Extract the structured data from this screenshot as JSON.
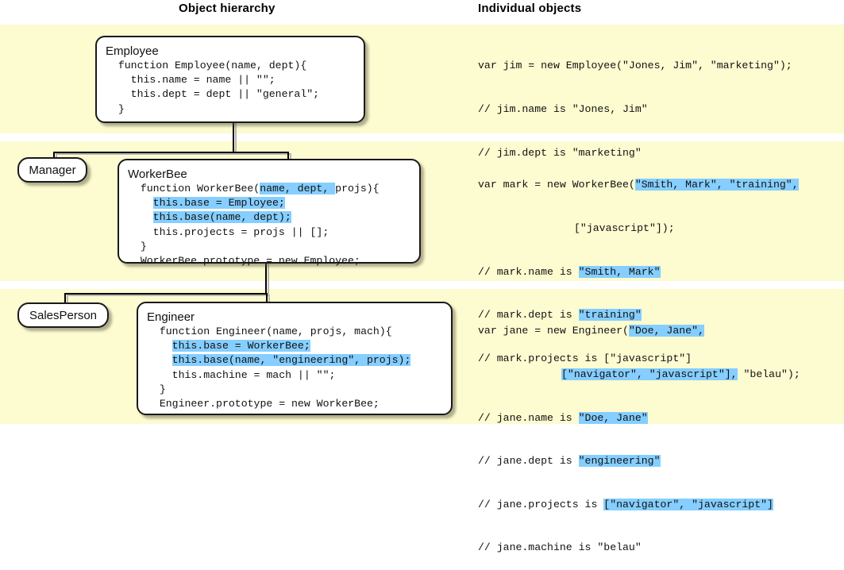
{
  "headers": {
    "hierarchy": "Object hierarchy",
    "objects": "Individual objects"
  },
  "colors": {
    "band_background": "#fdfbd0",
    "page_background": "#ffffff",
    "node_fill": "#ffffff",
    "node_border": "#1a1a1a",
    "highlight": "#85ceff",
    "text": "#111111"
  },
  "hierarchy": {
    "employee": {
      "title": "Employee",
      "code_lines": [
        "  function Employee(name, dept){",
        "    this.name = name || \"\";",
        "    this.dept = dept || \"general\";",
        "  }"
      ]
    },
    "manager": {
      "title": "Manager"
    },
    "salesperson": {
      "title": "SalesPerson"
    },
    "workerbee": {
      "title": "WorkerBee",
      "code_lines": [
        "  function WorkerBee(",
        "name, dept, ",
        "projs){",
        "    ",
        "this.base = Employee;",
        "    ",
        "this.base(name, dept);",
        "    this.projects = projs || [];",
        "  }",
        "  WorkerBee.prototype = new Employee;"
      ]
    },
    "engineer": {
      "title": "Engineer",
      "code_lines": [
        "  function Engineer(name, projs, mach){",
        "    ",
        "this.base = WorkerBee;",
        "    ",
        "this.base(name, \"engineering\", projs);",
        "    this.machine = mach || \"\";",
        "  }",
        "  Engineer.prototype = new WorkerBee;"
      ]
    }
  },
  "objects": {
    "jim": {
      "decl_prefix": "var jim = new Employee(\"Jones, Jim\", \"marketing\");",
      "comments": [
        "// jim.name is \"Jones, Jim\"",
        "// jim.dept is \"marketing\""
      ]
    },
    "mark": {
      "decl_prefix": "var mark = new WorkerBee(",
      "decl_args_line1": "\"Smith, Mark\", \"training\",",
      "decl_args_line2": "[\"javascript\"]);",
      "comment1_prefix": "// mark.name is ",
      "comment1_value": "\"Smith, Mark\"",
      "comment2_prefix": "// mark.dept is ",
      "comment2_value": "\"training\"",
      "comment3": "// mark.projects is [\"javascript\"]"
    },
    "jane": {
      "decl_prefix": "var jane = new Engineer(",
      "decl_args_line1": "\"Doe, Jane\",",
      "decl_args_line2a": "[\"navigator\", \"javascript\"],",
      "decl_args_line2b": " \"belau\");",
      "comment1_prefix": "// jane.name is ",
      "comment1_value": "\"Doe, Jane\"",
      "comment2_prefix": "// jane.dept is ",
      "comment2_value": "\"engineering\"",
      "comment3_prefix": "// jane.projects is ",
      "comment3_value": "[\"navigator\", \"javascript\"]",
      "comment4": "// jane.machine is \"belau\""
    }
  }
}
